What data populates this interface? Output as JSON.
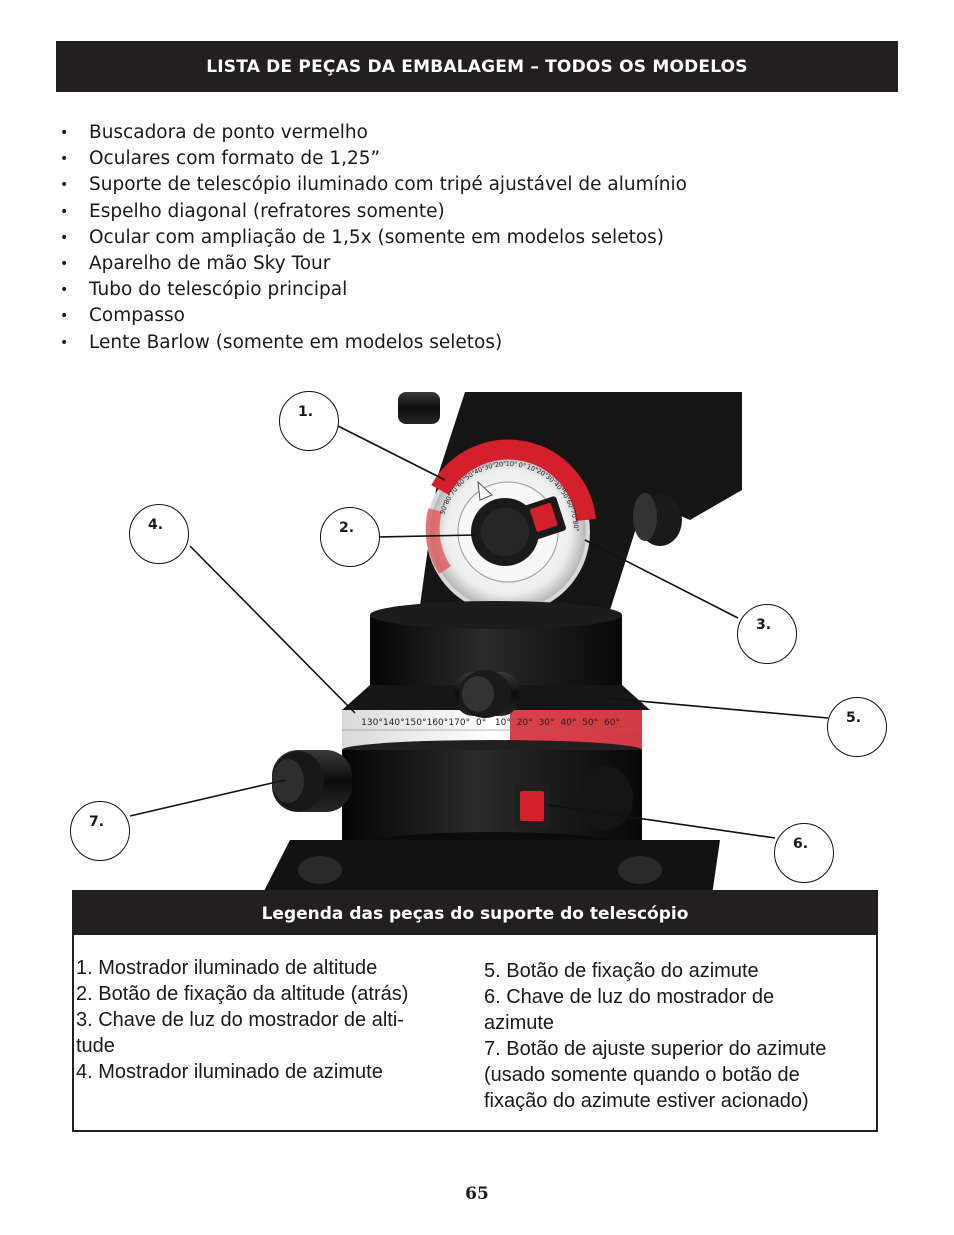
{
  "header": {
    "title": "LISTA DE PEÇAS DA EMBALAGEM – TODOS OS MODELOS"
  },
  "parts_list": {
    "bullet": "•",
    "items": [
      "Buscadora de ponto vermelho",
      "Oculares com formato de 1,25”",
      "Suporte de telescópio iluminado com tripé ajustável de alumínio",
      "Espelho diagonal (refratores somente)",
      "Ocular com ampliação de 1,5x (somente em modelos seletos)",
      "Aparelho de mão Sky Tour",
      "Tubo do telescópio principal",
      "Compasso",
      "Lente Barlow (somente em modelos seletos)"
    ]
  },
  "figure": {
    "callouts": [
      "1.",
      "2.",
      "3.",
      "4.",
      "5.",
      "6.",
      "7."
    ],
    "altitude_dial_labels": [
      "90°",
      "80°",
      "70°",
      "60°",
      "50°",
      "40°",
      "30°",
      "20°",
      "10°",
      "0°",
      "10°",
      "20°",
      "30°",
      "40°",
      "50°",
      "60°",
      "70°",
      "80°"
    ],
    "azimuth_dial_labels": [
      "130°",
      "140°",
      "150°",
      "160°",
      "170°",
      "0°",
      "10°",
      "20°",
      "30°",
      "40°",
      "50°",
      "60°"
    ],
    "colors": {
      "body": "#111111",
      "dial_red": "#d3202a",
      "dial_face": "#f2f2f2"
    }
  },
  "legend": {
    "title": "Legenda das peças do suporte do telescópio",
    "left": [
      "1. Mostrador iluminado de altitude",
      "2. Botão de fixação da altitude (atrás)",
      "3. Chave de luz do mostrador de alti-\ntude",
      "4. Mostrador iluminado de azimute"
    ],
    "right": [
      "5. Botão de fixação do azimute",
      "6. Chave de luz do mostrador de\nazimute",
      "7. Botão de ajuste superior do azimute\n(usado somente quando o botão de\nfixação do azimute estiver acionado)"
    ]
  },
  "page_number": "65"
}
